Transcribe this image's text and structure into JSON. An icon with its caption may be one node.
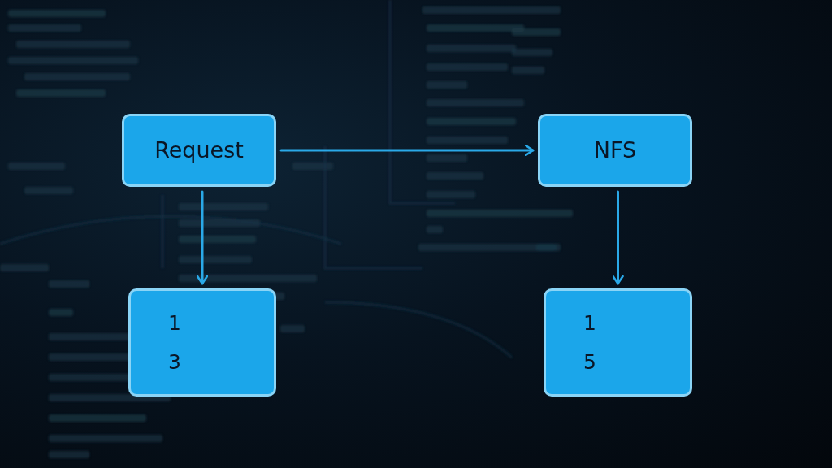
{
  "diagram": {
    "nodes": [
      {
        "text": [
          "Request"
        ]
      },
      {
        "text": [
          "NFS"
        ]
      },
      {
        "text": [
          "1",
          "3"
        ]
      },
      {
        "text": [
          "1",
          "5"
        ]
      }
    ],
    "edges": [
      {
        "from": 0,
        "to": 1,
        "arrow": "to"
      },
      {
        "from": 0,
        "to": 2,
        "arrow": "to"
      },
      {
        "from": 1,
        "to": 3,
        "arrow": "to"
      }
    ]
  }
}
